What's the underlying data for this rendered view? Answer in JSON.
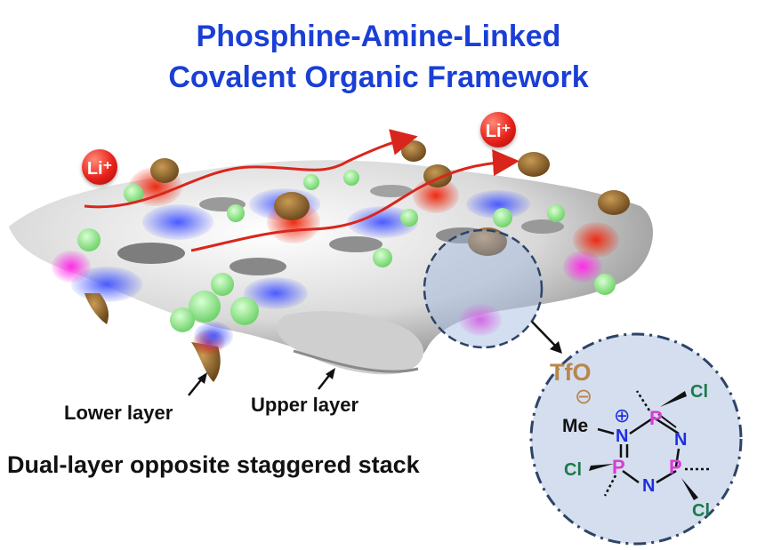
{
  "title": {
    "line1": "Phosphine-Amine-Linked",
    "line2": "Covalent Organic Framework"
  },
  "ions": {
    "left": "Li⁺",
    "right": "Li⁺"
  },
  "layers": {
    "lower": "Lower layer",
    "upper": "Upper layer"
  },
  "caption": "Dual-layer opposite staggered stack",
  "structure": {
    "anion": "TfO",
    "anion_charge": "⊖",
    "cation_charge": "⊕",
    "methyl": "Me",
    "atoms": {
      "P": "P",
      "N": "N",
      "Cl": "Cl"
    }
  },
  "colors": {
    "title": "#1a3fd6",
    "ion": "#e8201a",
    "arrow": "#d9261c",
    "phosphorus": "#d83cd8",
    "nitrogen": "#1d2fe0",
    "chlorine": "#1b7a4a",
    "anion": "#b9864a",
    "zoom_circle": "#cfd9ea"
  }
}
